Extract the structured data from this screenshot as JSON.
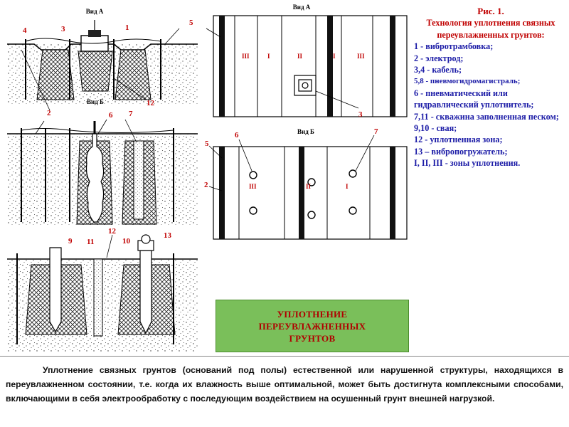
{
  "caption": {
    "fig_label": "Рис. 1.",
    "title": "Технология уплотнения связных переувлажненных грунтов:",
    "legend": [
      "1 - вибротрамбовка;",
      "2 - электрод;",
      "3,4 - кабель;",
      "5,8 - пневмогидромагистраль;",
      "6 - пневматический или гидравлический уплотнитель;",
      "7,11 - скважина заполненная песком;",
      "9,10 - свая;",
      "12 - уплотненная зона;",
      "13 – вибропогружатель;",
      "I, II, III - зоны уплотнения."
    ]
  },
  "banner": "УПЛОТНЕНИЕ\nПЕРЕУВЛАЖНЕННЫХ\nГРУНТОВ",
  "body_text": "Уплотнение связных грунтов (оснований под полы) естественной или нарушенной структуры, находящихся в переувлажненном состоянии, т.е. когда их влажность выше оптимальной, может быть достигнута комплексными способами, включающими в себя электрообработку с последующим воздействием на осушенный грунт внешней нагрузкой.",
  "diagram": {
    "view_a_label": "Вид А",
    "view_b_label": "Вид Б",
    "num_1": "1",
    "num_2": "2",
    "num_3": "3",
    "num_4": "4",
    "num_5": "5",
    "num_6": "6",
    "num_7": "7",
    "num_9": "9",
    "num_10": "10",
    "num_11": "11",
    "num_12": "12",
    "num_13": "13",
    "zone_i": "I",
    "zone_ii": "II",
    "zone_iii": "III"
  },
  "colors": {
    "label_red": "#c00000",
    "caption_blue": "#1a1aa6",
    "banner_green": "#7abf5a",
    "banner_text": "#b00000"
  }
}
